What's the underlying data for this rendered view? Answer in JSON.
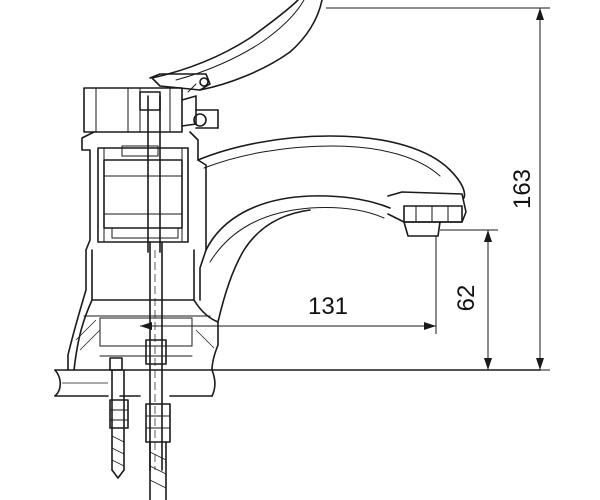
{
  "dimensions": {
    "total_height": "163",
    "spout_height": "62",
    "spout_reach": "131"
  },
  "colors": {
    "line": "#1a1a1a",
    "background": "#ffffff"
  }
}
